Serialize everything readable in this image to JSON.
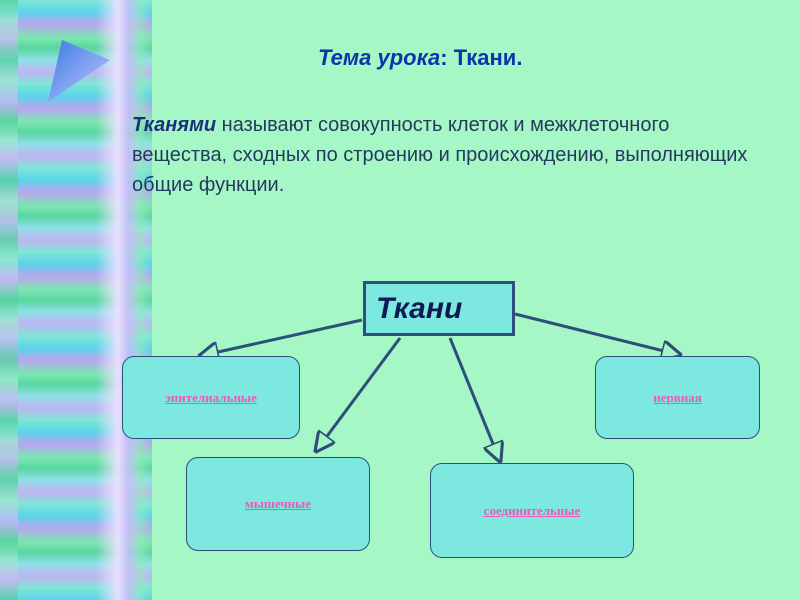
{
  "title": {
    "prefix": "Тема урока",
    "suffix": ": Ткани."
  },
  "definition": {
    "term": "Тканями",
    "text": " называют совокупность клеток и межклеточного вещества, сходных по  строению и происхождению, выполняющих    общие функции."
  },
  "diagram": {
    "root": "Ткани",
    "children": [
      {
        "id": "epithelial",
        "label": "эпителиальные"
      },
      {
        "id": "muscle",
        "label": "мышечные"
      },
      {
        "id": "connective",
        "label": "соединительные"
      },
      {
        "id": "nervous",
        "label": "нервная"
      }
    ]
  },
  "colors": {
    "background": "#a6f7c6",
    "node_fill": "#7de8e0",
    "node_border": "#2d4f7a",
    "link_text": "#e85cb8",
    "title": "#0b35a8"
  }
}
